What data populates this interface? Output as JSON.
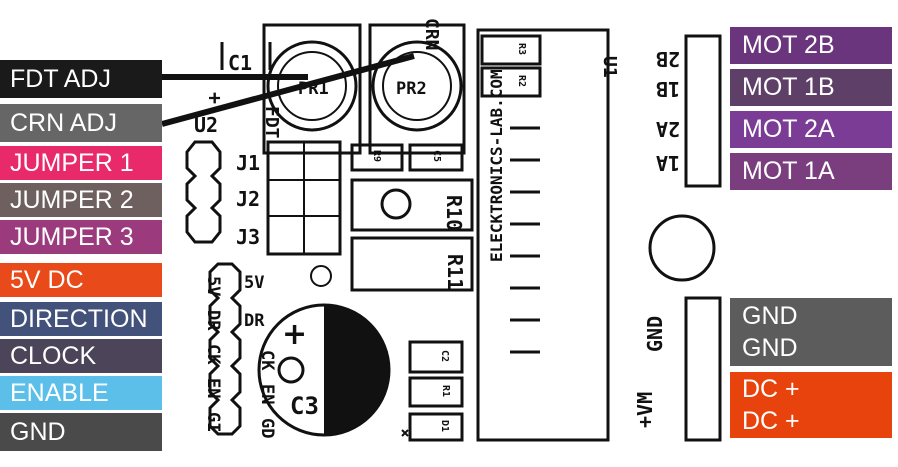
{
  "left_labels": {
    "fdt_adj": "FDT ADJ",
    "crn_adj": "CRN ADJ",
    "jumper1": "JUMPER 1",
    "jumper2": "JUMPER 2",
    "jumper3": "JUMPER 3",
    "v5_dc": "5V DC",
    "direction": "DIRECTION",
    "clock": "CLOCK",
    "enable": "ENABLE",
    "gnd": "GND"
  },
  "right_labels": {
    "mot2b": "MOT 2B",
    "mot1b": "MOT 1B",
    "mot2a": "MOT 2A",
    "mot1a": "MOT 1A",
    "gnd_1": "GND",
    "gnd_2": "GND",
    "dc_plus_1": "DC +",
    "dc_plus_2": "DC +"
  },
  "board": {
    "c1": "C1",
    "plus_c1": "+",
    "fdt": "FDT",
    "crn": "CRN",
    "pr1": "PR1",
    "pr2": "PR2",
    "u2": "U2",
    "j1": "J1",
    "j2": "J2",
    "j3": "J3",
    "r3": "R3",
    "r2": "R2",
    "r9": "R9",
    "c5": "C5",
    "r10": "R10",
    "r11": "R11",
    "u1": "U1",
    "site": "ELECKTRONICS-LAB.COM",
    "p2b": "2B",
    "p1b": "1B",
    "p2a": "2A",
    "p1a": "1A",
    "vm": "+VM",
    "gnd": "GND",
    "c3": "C3",
    "plus_c3": "+",
    "c2": "C2",
    "r1": "R1",
    "d1": "D1",
    "pin_5v_l": "5V",
    "pin_dr_l": "DR",
    "pin_ck_l": "CK",
    "pin_en_l": "EN",
    "pin_gi_l": "GI",
    "pin_5v_r": "5V",
    "pin_dr_r": "DR",
    "pin_ck_r": "CK",
    "pin_en_r": "EN",
    "pin_gd_r": "GD"
  },
  "colors": {
    "fdt_adj": "#1a1a1a",
    "crn_adj": "#666666",
    "jumper1": "#e82a6a",
    "jumper2": "#6e605e",
    "jumper3": "#9b3b7e",
    "v5_dc": "#e84a1a",
    "direction": "#43527a",
    "clock": "#4c4458",
    "enable": "#5bbfe9",
    "gnd_left": "#4a4a4a",
    "mot2b": "#6b357e",
    "mot1b": "#5e3f68",
    "mot2a": "#7b3c95",
    "mot1a": "#7a3e7f",
    "gnd_right": "#5c5c5c",
    "dc_plus": "#e8420d"
  }
}
